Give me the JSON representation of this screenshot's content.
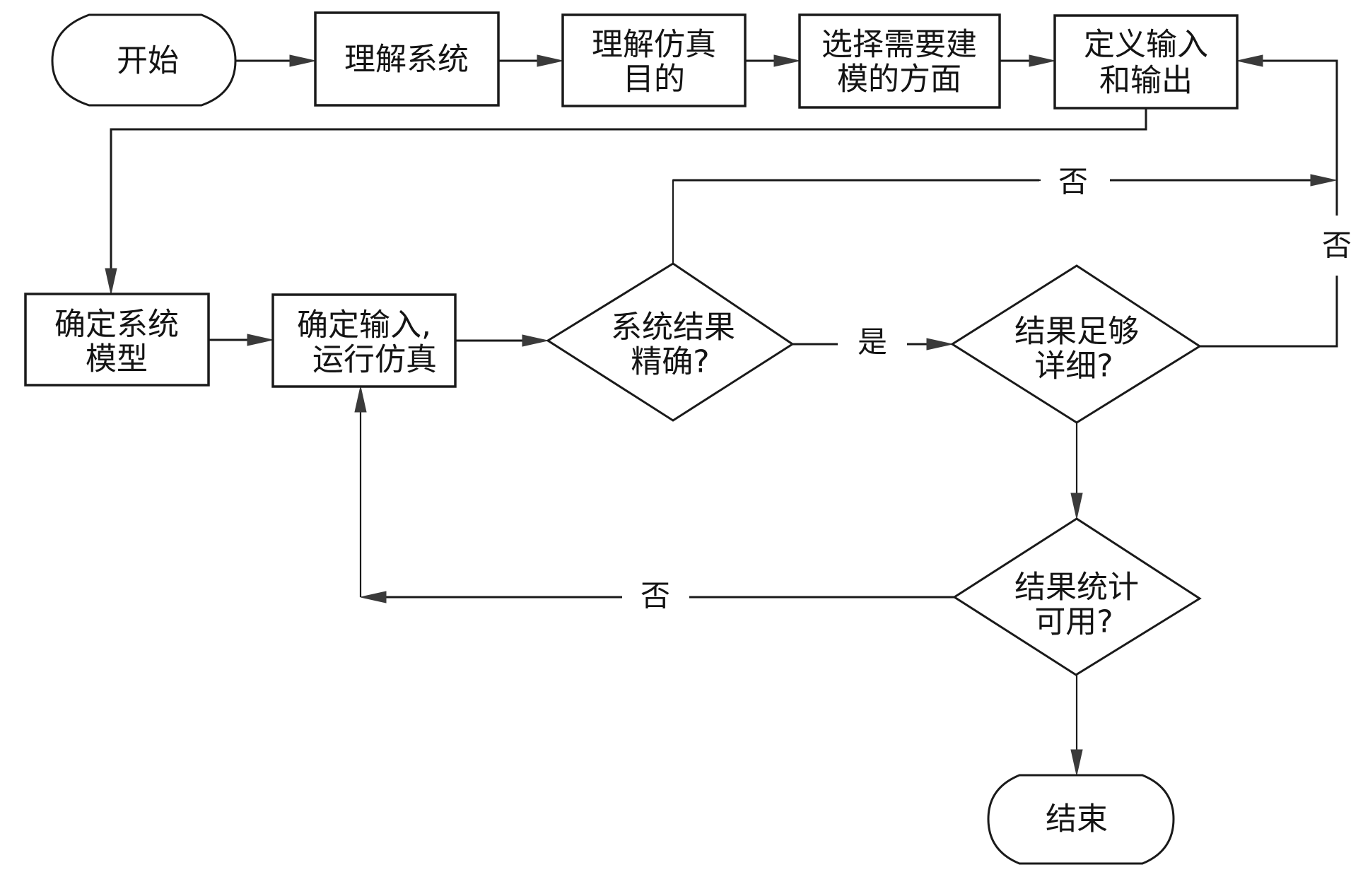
{
  "diagram": {
    "type": "flowchart",
    "nodes": [
      {
        "id": "start",
        "shape": "terminal",
        "lines": [
          "开始"
        ]
      },
      {
        "id": "understand_system",
        "shape": "process",
        "lines": [
          "理解系统"
        ]
      },
      {
        "id": "understand_purpose",
        "shape": "process",
        "lines": [
          "理解仿真",
          "目的"
        ]
      },
      {
        "id": "select_aspects",
        "shape": "process",
        "lines": [
          "选择需要建",
          "模的方面"
        ]
      },
      {
        "id": "define_io",
        "shape": "process",
        "lines": [
          "定义输入",
          "和输出"
        ]
      },
      {
        "id": "determine_model",
        "shape": "process",
        "lines": [
          "确定系统",
          "模型"
        ]
      },
      {
        "id": "run_simulation",
        "shape": "process",
        "lines": [
          "确定输入,",
          " 运行仿真"
        ]
      },
      {
        "id": "accurate",
        "shape": "decision",
        "lines": [
          "系统结果",
          "精确?"
        ]
      },
      {
        "id": "detailed",
        "shape": "decision",
        "lines": [
          "结果足够",
          "详细?"
        ]
      },
      {
        "id": "stats_usable",
        "shape": "decision",
        "lines": [
          "结果统计",
          "可用?"
        ]
      },
      {
        "id": "end",
        "shape": "terminal",
        "lines": [
          "结束"
        ]
      }
    ],
    "edges": [
      {
        "from": "start",
        "to": "understand_system",
        "label": ""
      },
      {
        "from": "understand_system",
        "to": "understand_purpose",
        "label": ""
      },
      {
        "from": "understand_purpose",
        "to": "select_aspects",
        "label": ""
      },
      {
        "from": "select_aspects",
        "to": "define_io",
        "label": ""
      },
      {
        "from": "define_io",
        "to": "determine_model",
        "label": ""
      },
      {
        "from": "determine_model",
        "to": "run_simulation",
        "label": ""
      },
      {
        "from": "run_simulation",
        "to": "accurate",
        "label": ""
      },
      {
        "from": "accurate",
        "to": "detailed",
        "label": "是"
      },
      {
        "from": "accurate",
        "to": "define_io",
        "label": "否"
      },
      {
        "from": "detailed",
        "to": "define_io",
        "label": "否"
      },
      {
        "from": "detailed",
        "to": "stats_usable",
        "label": ""
      },
      {
        "from": "stats_usable",
        "to": "run_simulation",
        "label": "否"
      },
      {
        "from": "stats_usable",
        "to": "end",
        "label": ""
      }
    ],
    "edge_labels": {
      "yes": "是",
      "no_top": "否",
      "no_right": "否",
      "no_bottom": "否"
    }
  }
}
